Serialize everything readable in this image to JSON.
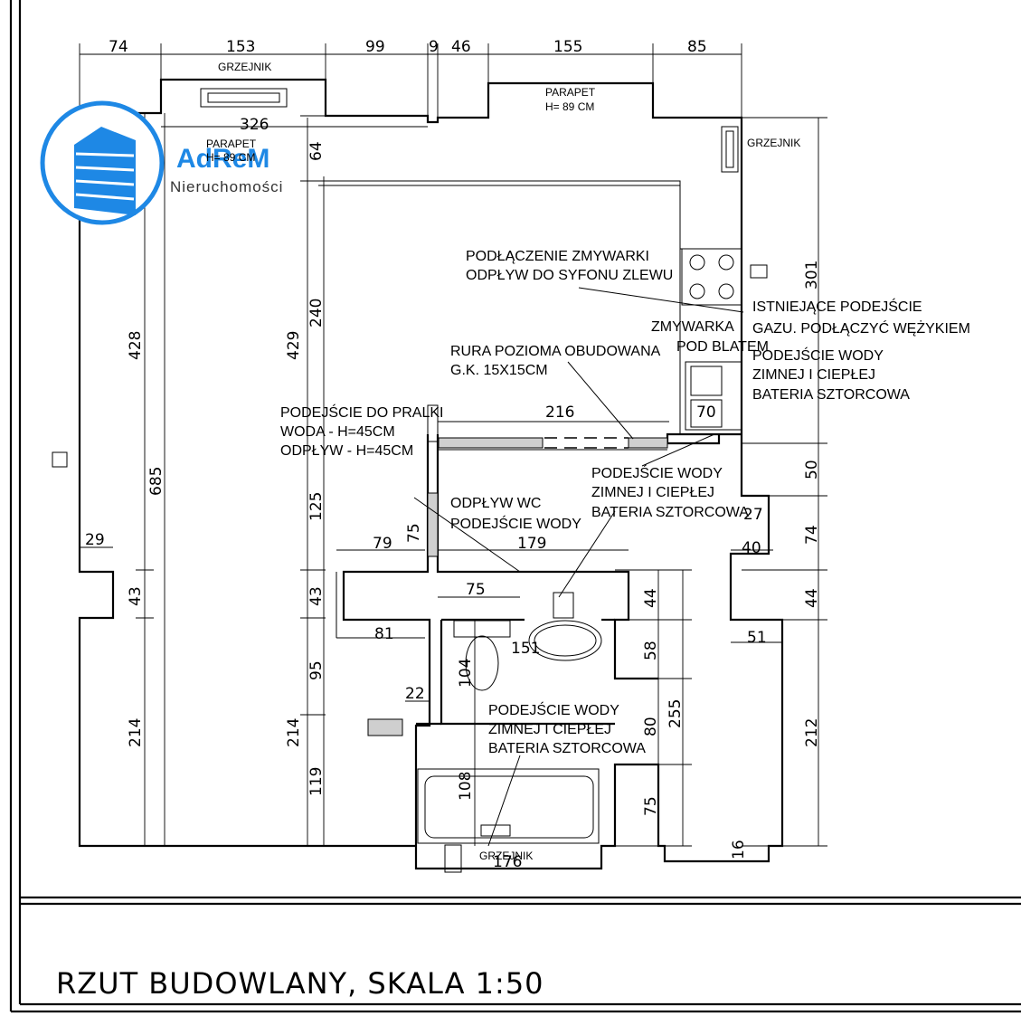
{
  "logo": {
    "name": "AdReM",
    "subtitle": "Nieruchomości",
    "color": "#1e88e5"
  },
  "title": "RZUT BUDOWLANY, SKALA 1:50",
  "labels": {
    "grzejnik_top": "GRZEJNIK",
    "grzejnik_right": "GRZEJNIK",
    "grzejnik_bottom": "GRZEJNIK",
    "parapet_right_1": "PARAPET",
    "parapet_right_2": "H= 89 CM",
    "parapet_left_1": "PARAPET",
    "parapet_left_2": "H= 89 CM",
    "zmywarka_1": "PODŁĄCZENIE ZMYWARKI",
    "zmywarka_2": "ODPŁYW DO SYFONU ZLEWU",
    "gaz_1": "ISTNIEJĄCE PODEJŚCIE",
    "gaz_2": "GAZU. PODŁĄCZYĆ WĘŻYKIEM",
    "zmywarka_pod_1": "ZMYWARKA",
    "zmywarka_pod_2": "POD BLATEM",
    "rura_1": "RURA POZIOMA OBUDOWANA",
    "rura_2": "G.K. 15X15CM",
    "woda_kuchnia_1": "PODEJŚCIE WODY",
    "woda_kuchnia_2": "ZIMNEJ I CIEPŁEJ",
    "woda_kuchnia_3": "BATERIA SZTORCOWA",
    "pralka_1": "PODEJŚCIE DO PRALKI",
    "pralka_2": "WODA - H=45CM",
    "pralka_3": "ODPŁYW - H=45CM",
    "woda_lazienka_1": "PODEJŚCIE WODY",
    "woda_lazienka_2": "ZIMNEJ I CIEPŁEJ",
    "woda_lazienka_3": "BATERIA SZTORCOWA",
    "wc_1": "ODPŁYW WC",
    "wc_2": "PODEJŚCIE WODY",
    "wanna_1": "PODEJŚCIE WODY",
    "wanna_2": "ZIMNEJ I CIEPŁEJ",
    "wanna_3": "BATERIA SZTORCOWA"
  },
  "dims": {
    "top_74": "74",
    "top_153": "153",
    "top_99": "99",
    "top_9": "9",
    "top_46": "46",
    "top_155": "155",
    "top_85": "85",
    "d_326": "326",
    "d_64": "64",
    "d_301": "301",
    "d_428": "428",
    "d_429": "429",
    "d_240": "240",
    "d_685": "685",
    "d_216": "216",
    "d_70": "70",
    "d_50": "50",
    "d_125": "125",
    "d_79": "79",
    "d_75a": "75",
    "d_179": "179",
    "d_75b": "75",
    "d_27": "27",
    "d_40": "40",
    "d_74r": "74",
    "d_29": "29",
    "d_43a": "43",
    "d_43b": "43",
    "d_44a": "44",
    "d_44b": "44",
    "d_81": "81",
    "d_151": "151",
    "d_104": "104",
    "d_58": "58",
    "d_51": "51",
    "d_95": "95",
    "d_22": "22",
    "d_255": "255",
    "d_80": "80",
    "d_214a": "214",
    "d_214b": "214",
    "d_212": "212",
    "d_119": "119",
    "d_108": "108",
    "d_75c": "75",
    "d_176": "176",
    "d_16": "16"
  }
}
